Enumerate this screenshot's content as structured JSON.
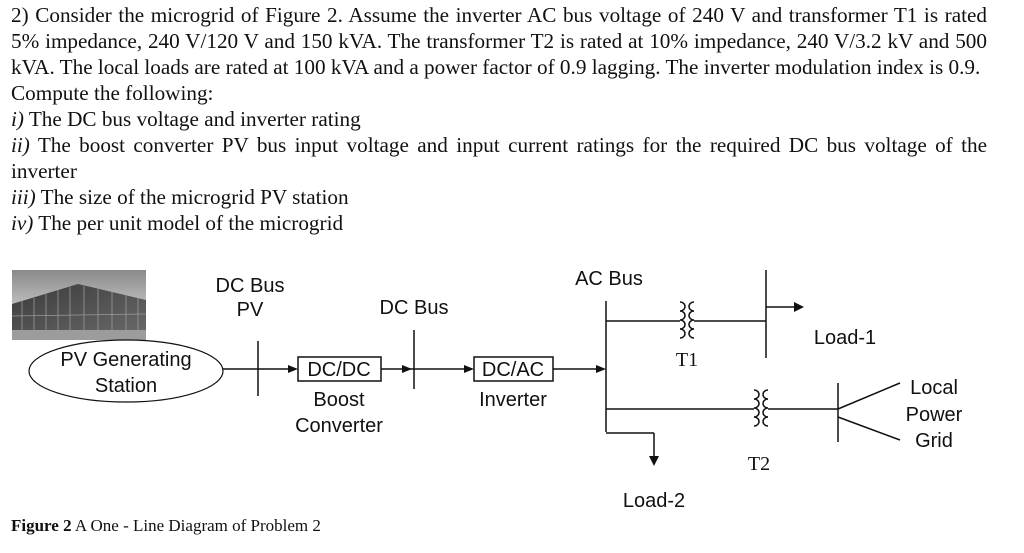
{
  "problem": {
    "intro": "2) Consider the microgrid of Figure 2. Assume the inverter AC bus voltage of 240 V and transformer T1 is rated 5% impedance, 240 V/120 V and 150 kVA. The transformer T2 is rated at 10% impedance, 240 V/3.2 kV and 500 kVA. The local loads are rated at 100 kVA and a power factor of 0.9 lagging. The inverter modulation index is 0.9.",
    "compute": "Compute the following:",
    "items": [
      {
        "num": "i)",
        "text": " The DC bus voltage and inverter rating"
      },
      {
        "num": "ii)",
        "text": " The boost converter PV bus input voltage and input current ratings for the required DC bus voltage of the inverter"
      },
      {
        "num": "iii)",
        "text": " The size of the microgrid PV station"
      },
      {
        "num": "iv)",
        "text": " The per unit model of the microgrid"
      }
    ]
  },
  "diagram": {
    "dc_bus_pv_line1": "DC Bus",
    "dc_bus_pv_line2": "PV",
    "pv_station_line1": "PV Generating",
    "pv_station_line2": "Station",
    "dcdc_box": "DC/DC",
    "dcdc_line1": "Boost",
    "dcdc_line2": "Converter",
    "dc_bus": "DC Bus",
    "dcac_box": "DC/AC",
    "dcac_label": "Inverter",
    "ac_bus": "AC Bus",
    "t1": "T1",
    "t2": "T2",
    "load1": "Load-1",
    "load2": "Load-2",
    "grid_line1": "Local",
    "grid_line2": "Power",
    "grid_line3": "Grid"
  },
  "caption": {
    "label": "Figure 2",
    "text": " A One - Line Diagram of Problem 2"
  }
}
